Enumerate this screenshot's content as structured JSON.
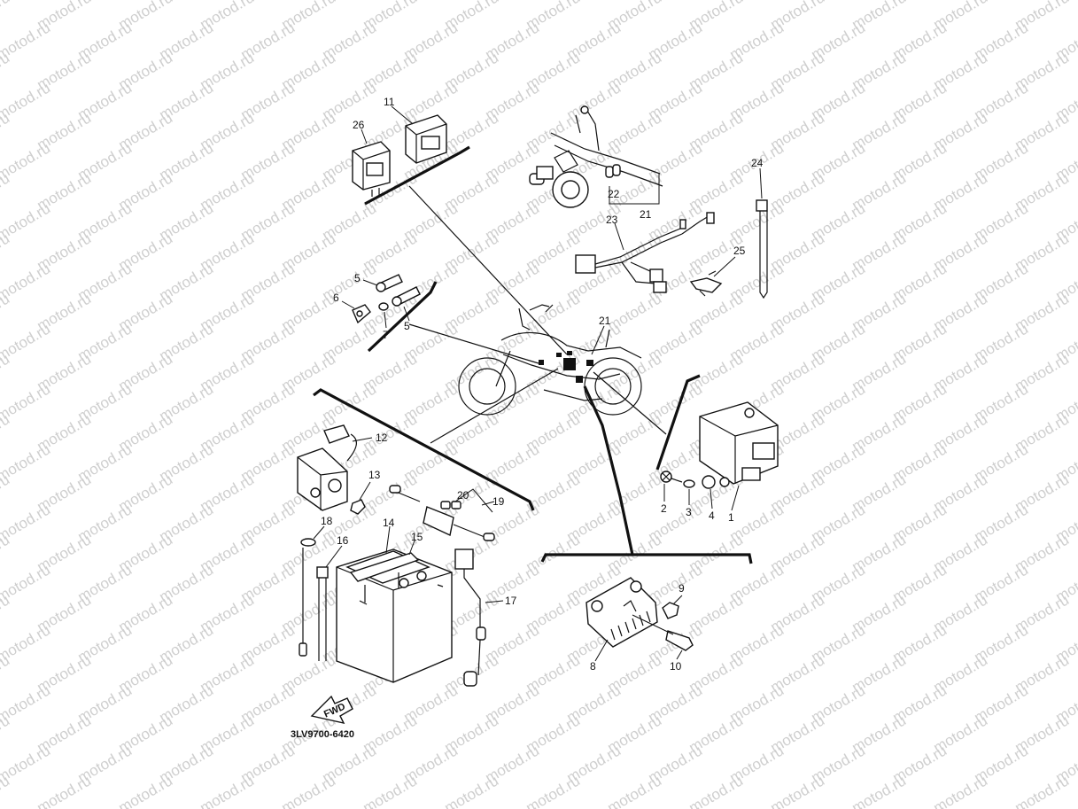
{
  "watermark": {
    "text": "motod.ru"
  },
  "drawing_code": "3LV9700-6420",
  "fwd_label": "FWD",
  "callouts": {
    "c1": "1",
    "c2": "2",
    "c3": "3",
    "c4": "4",
    "c5a": "5",
    "c5b": "5",
    "c6": "6",
    "c7": "7",
    "c8": "8",
    "c9": "9",
    "c10": "10",
    "c11": "11",
    "c12": "12",
    "c13": "13",
    "c14": "14",
    "c15": "15",
    "c16": "16",
    "c17": "17",
    "c18": "18",
    "c19": "19",
    "c20": "20",
    "c21a": "21",
    "c21b": "21",
    "c22": "22",
    "c23": "23",
    "c24": "24",
    "c25": "25",
    "c26": "26"
  }
}
